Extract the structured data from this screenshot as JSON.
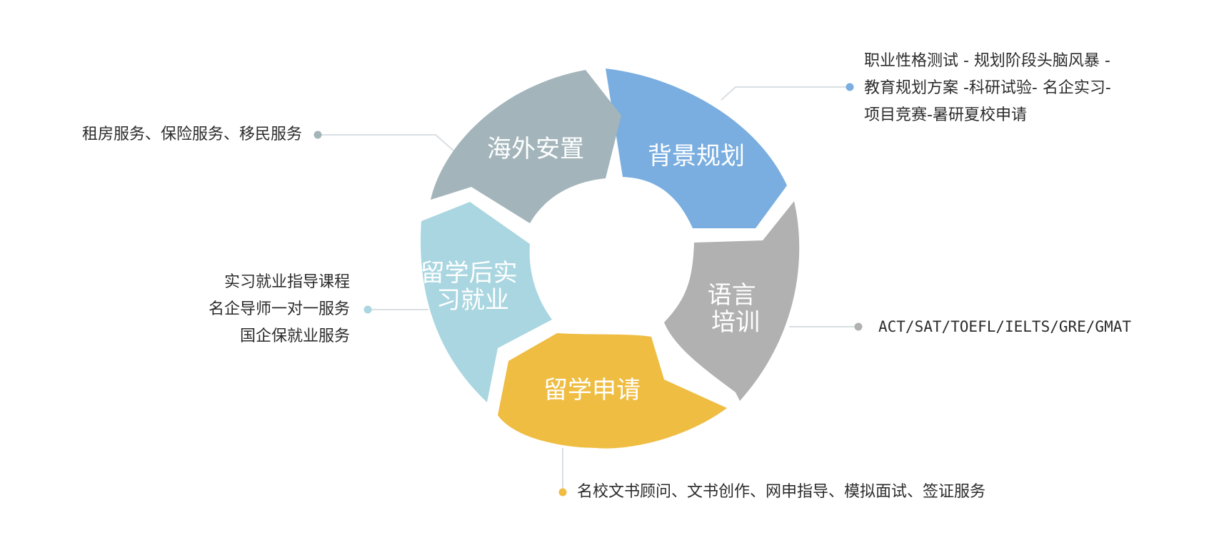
{
  "colors": {
    "background_planning": "#7aaee0",
    "language_training": "#b1b1b1",
    "application": "#efbd42",
    "internship_employment": "#a9d6e0",
    "overseas_settlement": "#a3b5bb",
    "connector": "#d9dfe3"
  },
  "segments": [
    {
      "id": "background_planning",
      "label_lines": [
        "背景规划"
      ],
      "description": [
        "职业性格测试 - 规划阶段头脑风暴 -",
        "教育规划方案 -科研试验- 名企实习-",
        "项目竞赛-暑研夏校申请"
      ]
    },
    {
      "id": "language_training",
      "label_lines": [
        "语言",
        "培训"
      ],
      "description": [
        "ACT/SAT/TOEFL/IELTS/GRE/GMAT"
      ]
    },
    {
      "id": "application",
      "label_lines": [
        "留学申请"
      ],
      "description": [
        "名校文书顾问、文书创作、网申指导、模拟面试、签证服务"
      ]
    },
    {
      "id": "internship_employment",
      "label_lines": [
        "留学后实",
        "习就业"
      ],
      "description": [
        "实习就业指导课程",
        "名企导师一对一服务",
        "国企保就业服务"
      ]
    },
    {
      "id": "overseas_settlement",
      "label_lines": [
        "海外安置"
      ],
      "description": [
        "租房服务、保险服务、移民服务"
      ]
    }
  ]
}
